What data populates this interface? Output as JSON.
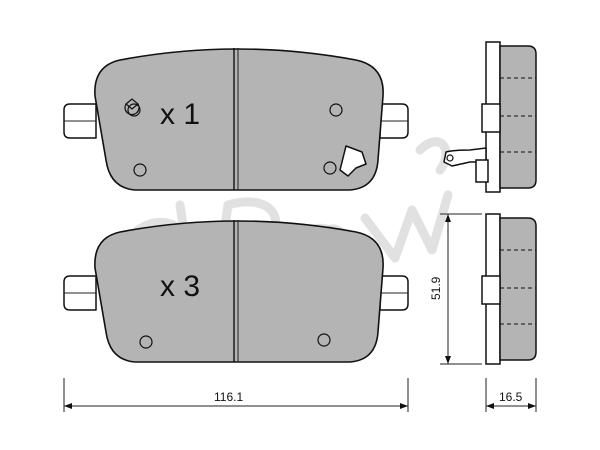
{
  "labels": {
    "qty_top": "x 1",
    "qty_bottom": "x 3",
    "width_dim": "116.1",
    "height_dim": "51.9",
    "thickness_dim": "16.5"
  },
  "colors": {
    "pad_fill": "#b4b4b4",
    "outline": "#111111",
    "watermark": "#c8c8c8"
  },
  "icons": {
    "watermark": "brand-watermark-logo"
  }
}
